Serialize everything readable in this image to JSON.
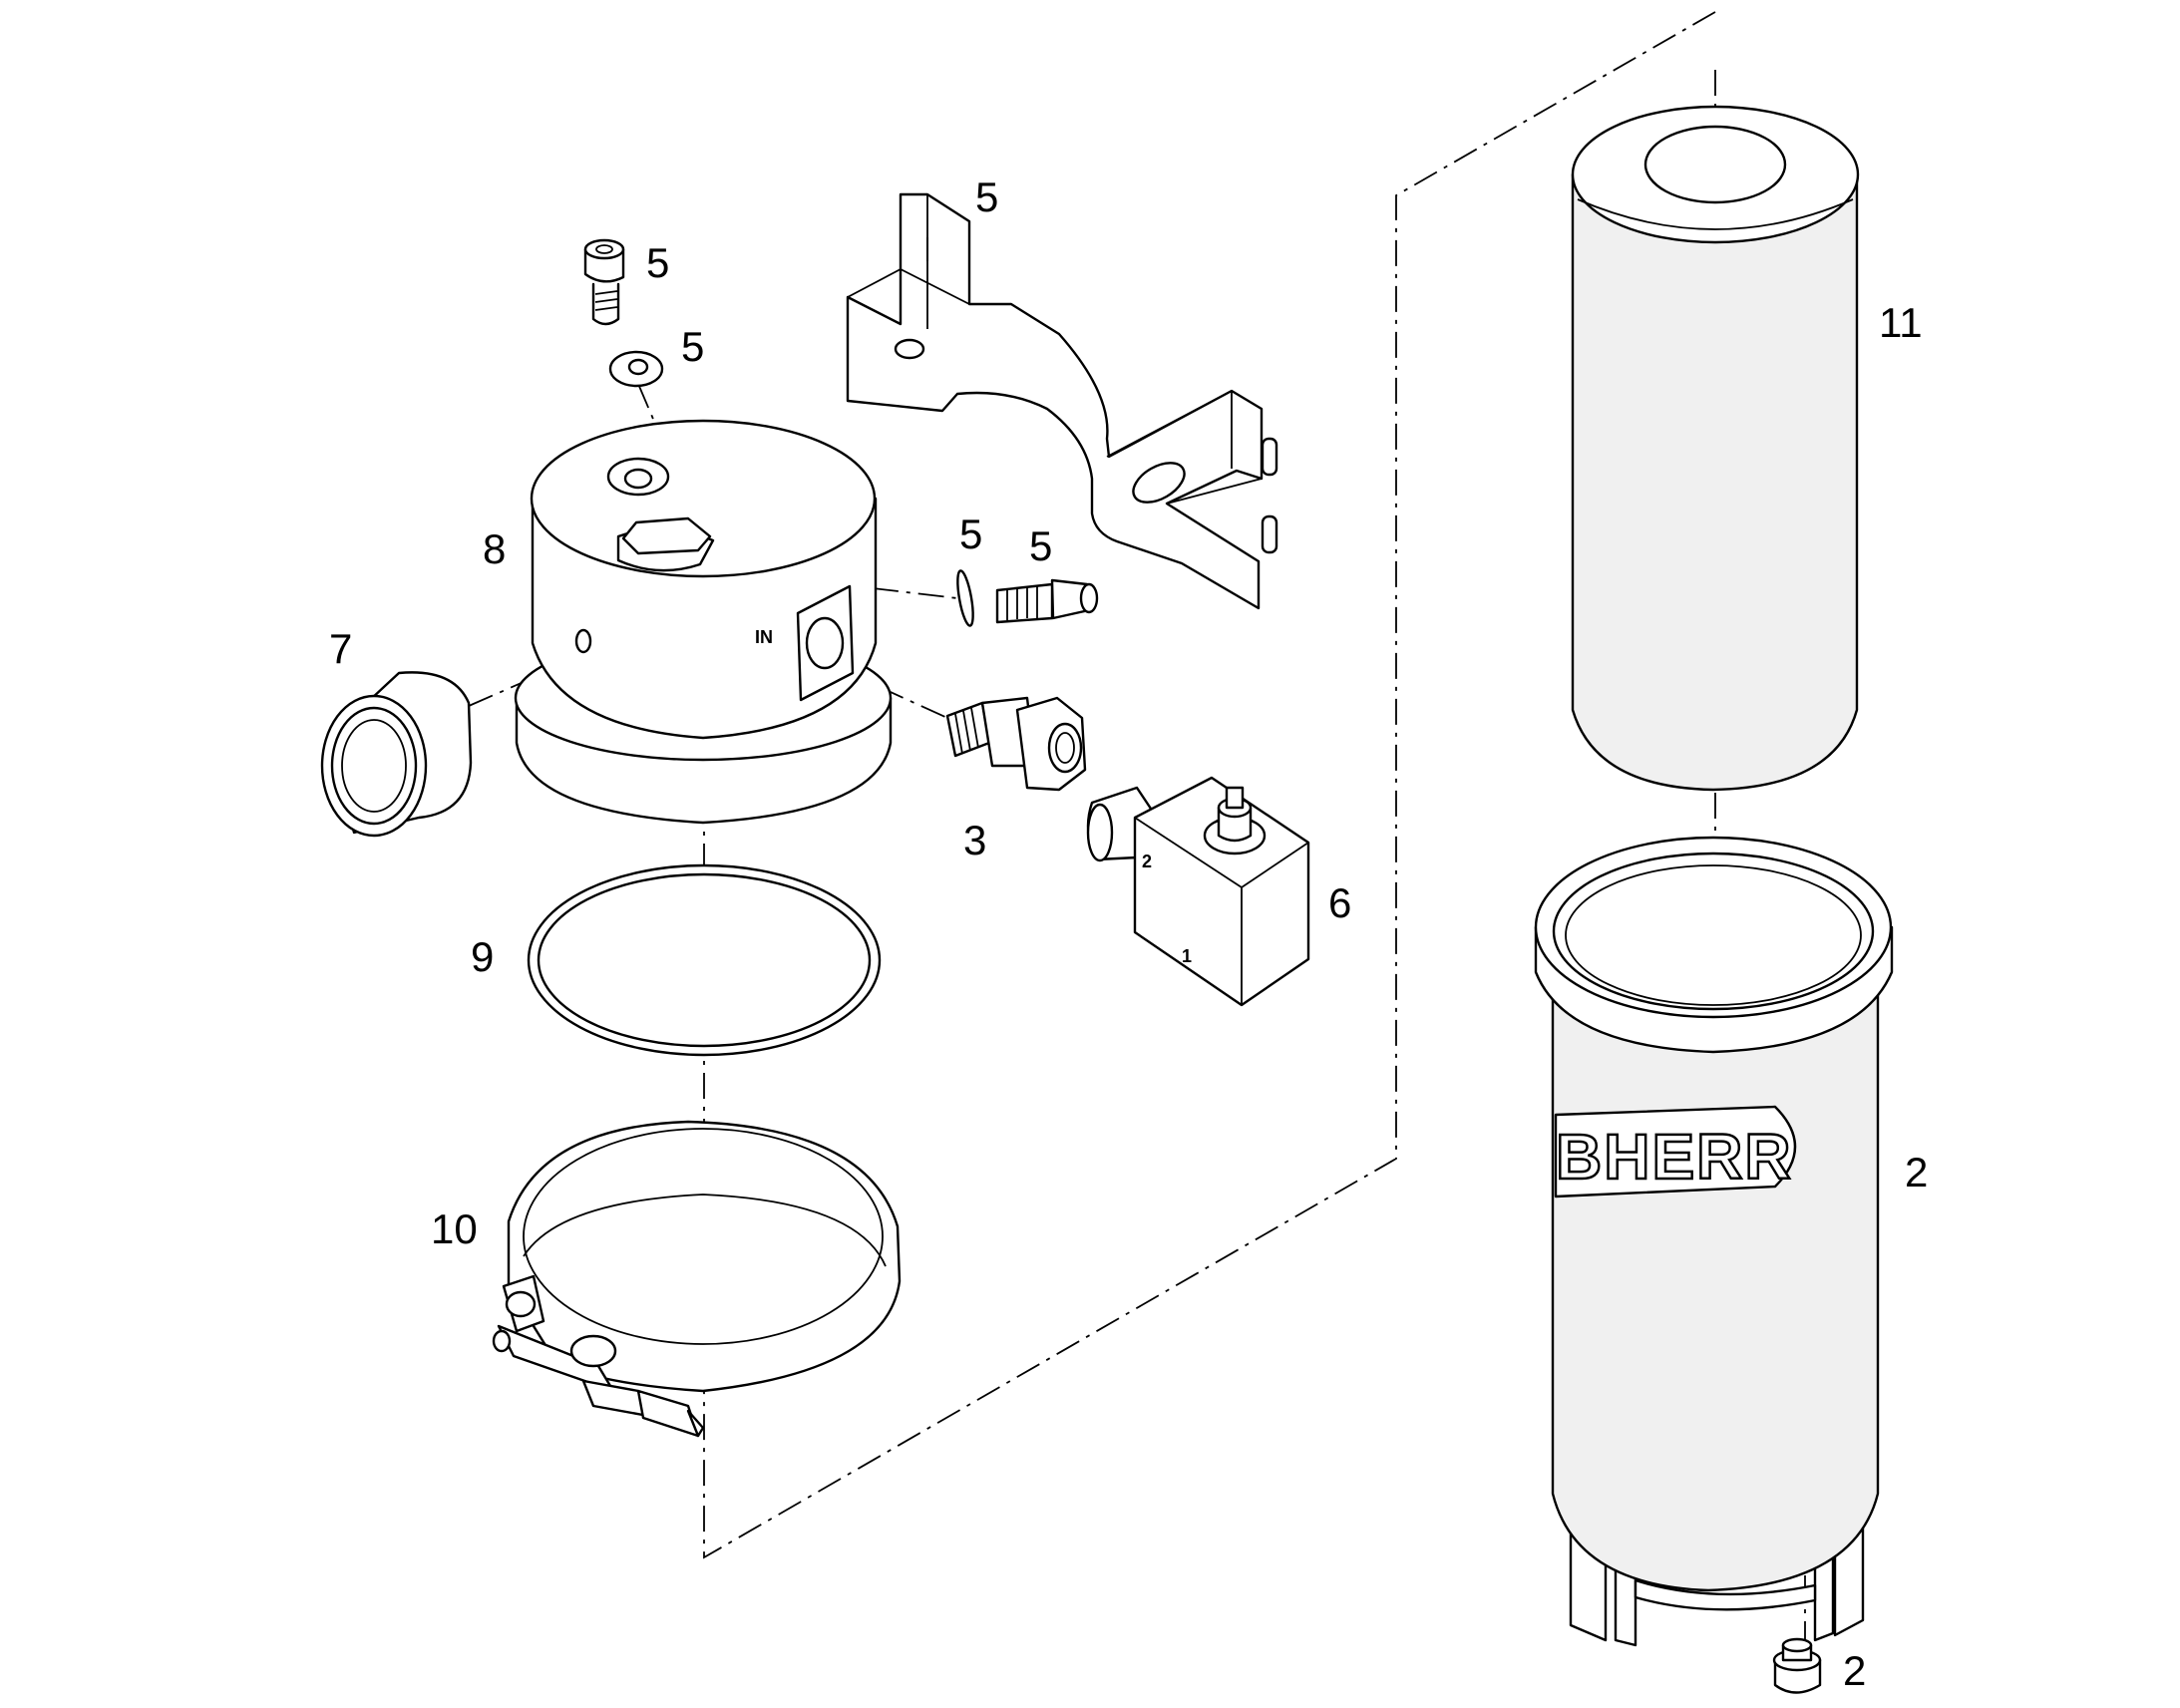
{
  "callouts": {
    "screw_top": "5",
    "washer_top": "5",
    "bracket": "5",
    "washer_side": "5",
    "screw_side": "5",
    "element": "11",
    "head": "8",
    "cap": "7",
    "fitting": "3",
    "switch": "6",
    "oring": "9",
    "clamp": "10",
    "housing": "2",
    "plug": "2"
  },
  "markings": {
    "inlet": "IN",
    "port_1": "1",
    "port_2": "2",
    "housing_logo": "LIEBHERR",
    "housing_logo_visible": "BHERR"
  }
}
